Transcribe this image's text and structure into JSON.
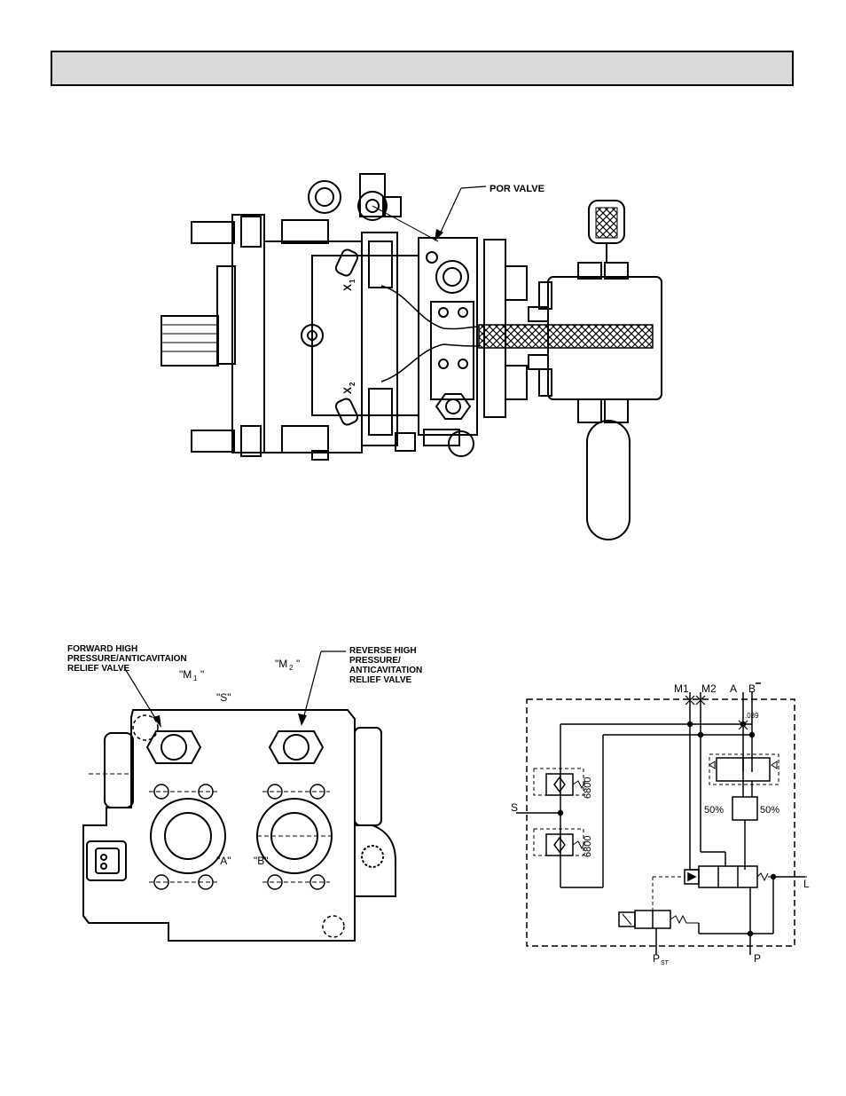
{
  "header": {
    "title": ""
  },
  "figure_top": {
    "callout_por": "POR VALVE",
    "port_x1": "X",
    "port_x1_sub": "1",
    "port_x2": "X",
    "port_x2_sub": "2"
  },
  "figure_bottom_left": {
    "forward_line1": "FORWARD HIGH",
    "forward_line2": "PRESSURE/ANTICAVITAION",
    "forward_line3": "RELIEF VALVE",
    "reverse_line1": "REVERSE HIGH",
    "reverse_line2": "PRESSURE/",
    "reverse_line3": "ANTICAVITATION",
    "reverse_line4": "RELIEF VALVE",
    "port_m1": "\"M",
    "port_m1_sub": "1",
    "port_m2": "\"M",
    "port_m2_sub": "2",
    "port_s": "\"S\"",
    "port_a": "\"A\"",
    "port_b": "\"B\""
  },
  "schematic": {
    "m1": "M1",
    "m2": "M2",
    "a": "A",
    "b": "B",
    "orifice": ".039",
    "s": "S",
    "relief_upper": "6800",
    "relief_lower": "6800",
    "pct_left": "50%",
    "pct_right": "50%",
    "l": "L",
    "pst": "P",
    "pst_sub": "ST",
    "p": "P"
  }
}
